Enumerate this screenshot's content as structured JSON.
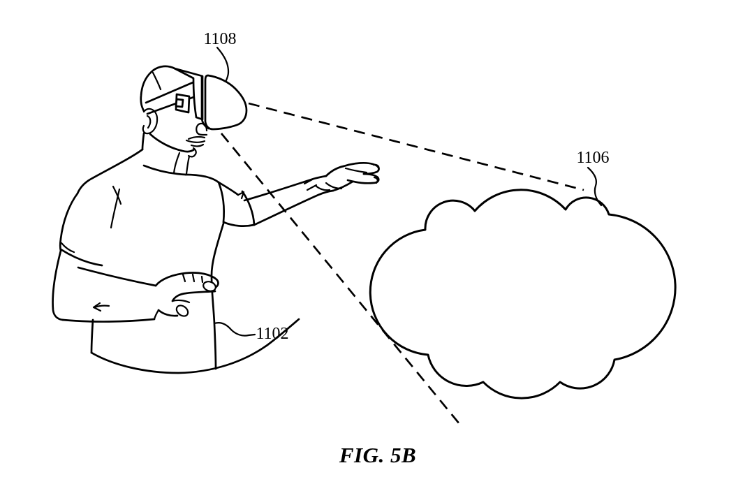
{
  "figure": {
    "caption": "FIG. 5B",
    "labels": {
      "headset": "1108",
      "cloud": "1106",
      "person": "1102"
    },
    "ink_color": "#000000",
    "background_color": "#ffffff"
  }
}
